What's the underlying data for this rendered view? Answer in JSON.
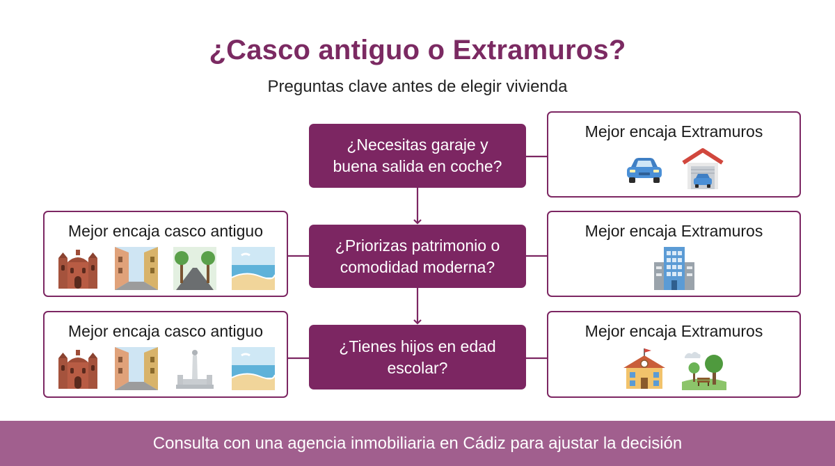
{
  "header": {
    "title": "¿Casco antiguo o Extramuros?",
    "subtitle": "Preguntas clave antes de elegir vivienda"
  },
  "questions": [
    {
      "text": "¿Necesitas garaje y\nbuena salida en coche?"
    },
    {
      "text": "¿Priorizas patrimonio o\ncomodidad moderna?"
    },
    {
      "text": "¿Tienes hijos en edad\nescolar?"
    }
  ],
  "outcomes": {
    "q1_right": {
      "label": "Mejor encaja Extramuros",
      "icons": [
        "car-icon",
        "garage-icon"
      ]
    },
    "q2_left": {
      "label": "Mejor encaja casco antiguo",
      "icons": [
        "cathedral-icon",
        "narrow-street-icon",
        "tree-lined-road-icon",
        "beach-icon"
      ]
    },
    "q2_right": {
      "label": "Mejor encaja Extramuros",
      "icons": [
        "office-building-icon"
      ]
    },
    "q3_left": {
      "label": "Mejor encaja casco antiguo",
      "icons": [
        "cathedral-icon",
        "narrow-street-icon",
        "monument-icon",
        "beach-icon"
      ]
    },
    "q3_right": {
      "label": "Mejor encaja Extramuros",
      "icons": [
        "school-icon",
        "park-icon"
      ]
    }
  },
  "footer": {
    "text": "Consulta con una agencia inmobiliaria en Cádiz para ajustar la decisión"
  },
  "colors": {
    "accent": "#7c2662",
    "title": "#7b2a62",
    "footer": "#a15f8e"
  }
}
